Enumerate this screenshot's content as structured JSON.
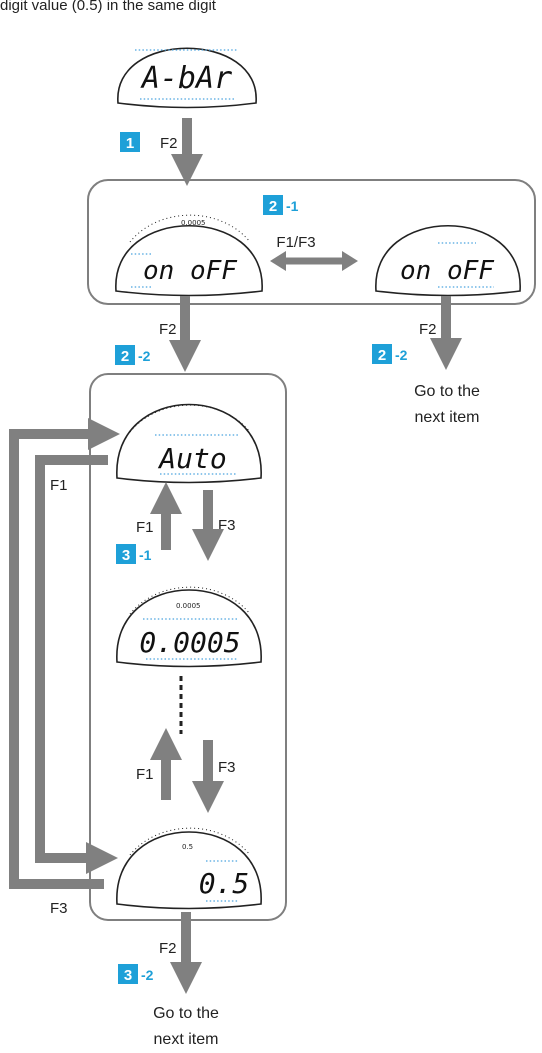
{
  "header": {
    "caption": "digit value (0.5) in the same digit"
  },
  "displays": {
    "abar": "A-bAr",
    "onoff_left": "on oFF",
    "onoff_right": "on oFF",
    "auto": "Auto",
    "res_0005": "0.0005",
    "res_05": "0.5",
    "small_scale": "0.0005",
    "small_scale_05": "0.5"
  },
  "keys": {
    "f2_top": "F2",
    "f1f3": "F1/F3",
    "f2_mid_left": "F2",
    "f2_mid_right": "F2",
    "f1_loop": "F1",
    "f1_up1": "F1",
    "f3_down1": "F3",
    "f1_up2": "F1",
    "f3_down2": "F3",
    "f3_loop": "F3",
    "f2_bottom": "F2"
  },
  "badges": {
    "b1": {
      "num": "1",
      "sub": ""
    },
    "b2_1": {
      "num": "2",
      "sub": "-1"
    },
    "b2_2a": {
      "num": "2",
      "sub": "-2"
    },
    "b2_2b": {
      "num": "2",
      "sub": "-2"
    },
    "b3_1": {
      "num": "3",
      "sub": "-1"
    },
    "b3_2": {
      "num": "3",
      "sub": "-2"
    }
  },
  "captions": {
    "next_right_line1": "Go to the",
    "next_right_line2": "next item",
    "next_bottom_line1": "Go to the",
    "next_bottom_line2": "next item"
  },
  "colors": {
    "badge": "#1ea0d8",
    "arrow": "#808080",
    "frame": "#7f7f7f"
  }
}
